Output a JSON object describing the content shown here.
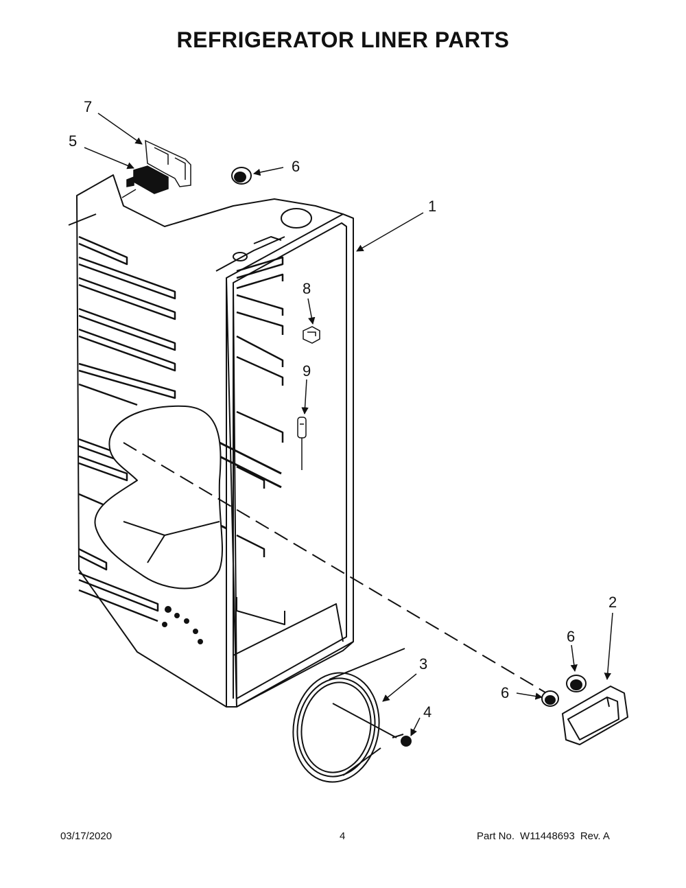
{
  "title": "REFRIGERATOR LINER PARTS",
  "callouts": {
    "c1": "1",
    "c2": "2",
    "c3": "3",
    "c4": "4",
    "c5": "5",
    "c6a": "6",
    "c6b": "6",
    "c6c": "6",
    "c7": "7",
    "c8": "8",
    "c9": "9"
  },
  "footer": {
    "date": "03/17/2020",
    "page": "4",
    "part_label": "Part No.",
    "part_number": "W11448693",
    "revision": "Rev. A"
  }
}
